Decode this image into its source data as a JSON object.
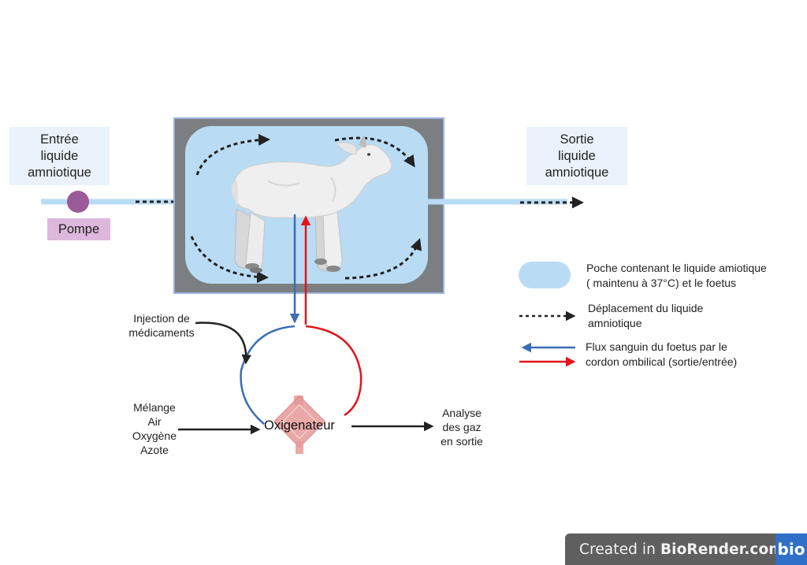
{
  "diagram": {
    "entry_label": "Entrée\nliquide\namniotique",
    "pump_label": "Pompe",
    "exit_label": "Sortie\nliquide\namniotique",
    "injection_label": "Injection de\nmédicaments",
    "gas_mix_label": "Mélange\nAir\nOxygène\nAzote",
    "oxygenator_label": "Oxigenateur",
    "gas_analysis_label": "Analyse\ndes gaz\nen sortie",
    "subject": "lamb-fetus"
  },
  "legend": {
    "items": [
      {
        "symbol": "pouch",
        "text": "Poche contenant le liquide amiotique\n( maintenu à 37°C) et le foetus"
      },
      {
        "symbol": "dotted-arrow",
        "text": "Déplacement du liquide\namniotique"
      },
      {
        "symbol": "blood-flow-arrows",
        "text": "Flux sanguin du foetus par le\ncordon ombilical (sortie/entrée)"
      }
    ]
  },
  "colors": {
    "pouch_fill": "#b9dcf4",
    "chamber_gray": "#7b7f82",
    "chamber_border": "#9db3e0",
    "label_bg": "#eaf2fb",
    "pump": "#9b5a98",
    "pump_label_bg": "#ddb8dc",
    "blood_out": "#3b6db5",
    "blood_in": "#e3141b",
    "arrow_dark": "#222222",
    "oxygenator": "#e79a9a"
  },
  "watermark": {
    "prefix": "Created in ",
    "brand": "BioRender.com",
    "logo": "bio"
  }
}
